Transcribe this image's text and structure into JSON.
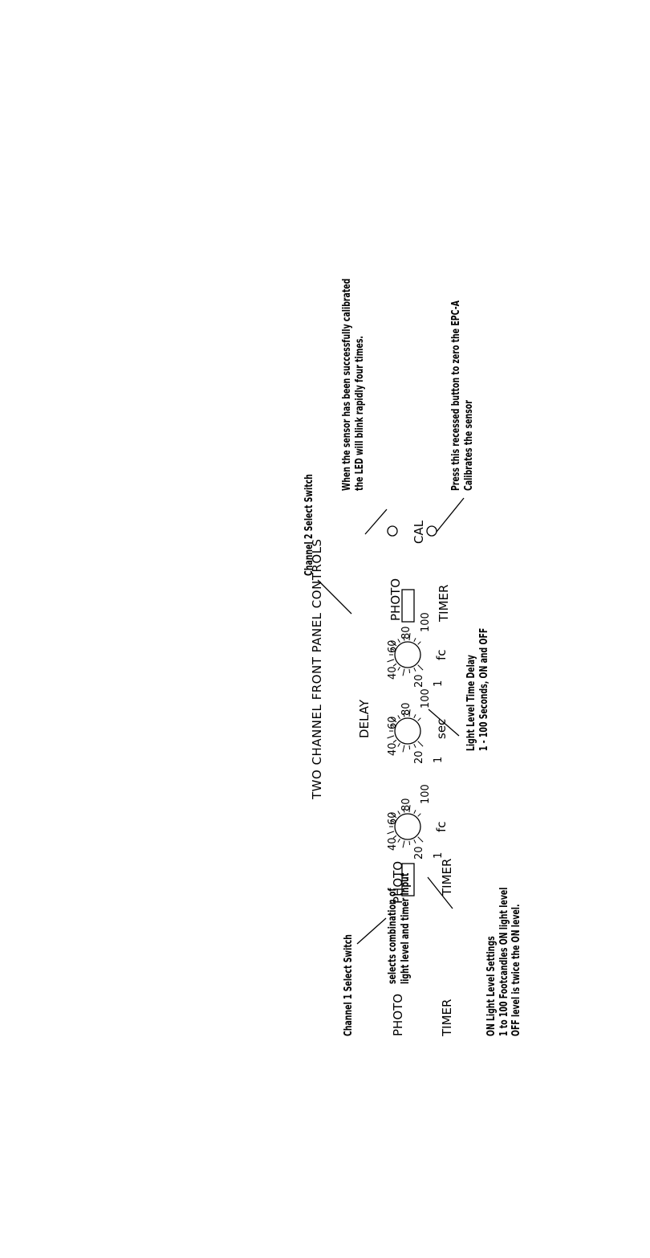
{
  "title": "TWO CHANNEL FRONT PANEL CONTROLS",
  "delay_label": "DELAY",
  "channel1": {
    "callout": "Channel 1 Select Switch",
    "switch_top": "PHOTO",
    "switch_bottom": "TIMER"
  },
  "channel2": {
    "callout": "Channel 2 Select Switch",
    "switch_top": "PHOTO",
    "switch_bottom": "TIMER"
  },
  "dials": [
    {
      "ticks": [
        "20",
        "40",
        "60",
        "80",
        "100",
        "1"
      ],
      "unit": "fc"
    },
    {
      "ticks": [
        "20",
        "40",
        "60",
        "80",
        "100",
        "1"
      ],
      "unit": "sec"
    },
    {
      "ticks": [
        "20",
        "40",
        "60",
        "80",
        "100",
        "1"
      ],
      "unit": "fc"
    }
  ],
  "cal_label": "CAL",
  "notes": {
    "photo_term": "PHOTO",
    "photo_desc": "selects combination of",
    "photo_desc2": "light level and timer input",
    "timer_term": "TIMER",
    "on_settings_1": "ON Light Level Settings",
    "on_settings_2": "1 to 100 Footcandles ON light level",
    "on_settings_3": "OFF level is twice the ON level.",
    "delay_1": "Light Level Time Delay",
    "delay_2": "1 - 100 Seconds, ON and OFF",
    "led_1": "When the sensor has been successfully calibrated",
    "led_2": "the LED will blink rapidly four times.",
    "cal_1": "Press this recessed button to zero the EPC-A",
    "cal_2": "Calibrates the sensor"
  }
}
